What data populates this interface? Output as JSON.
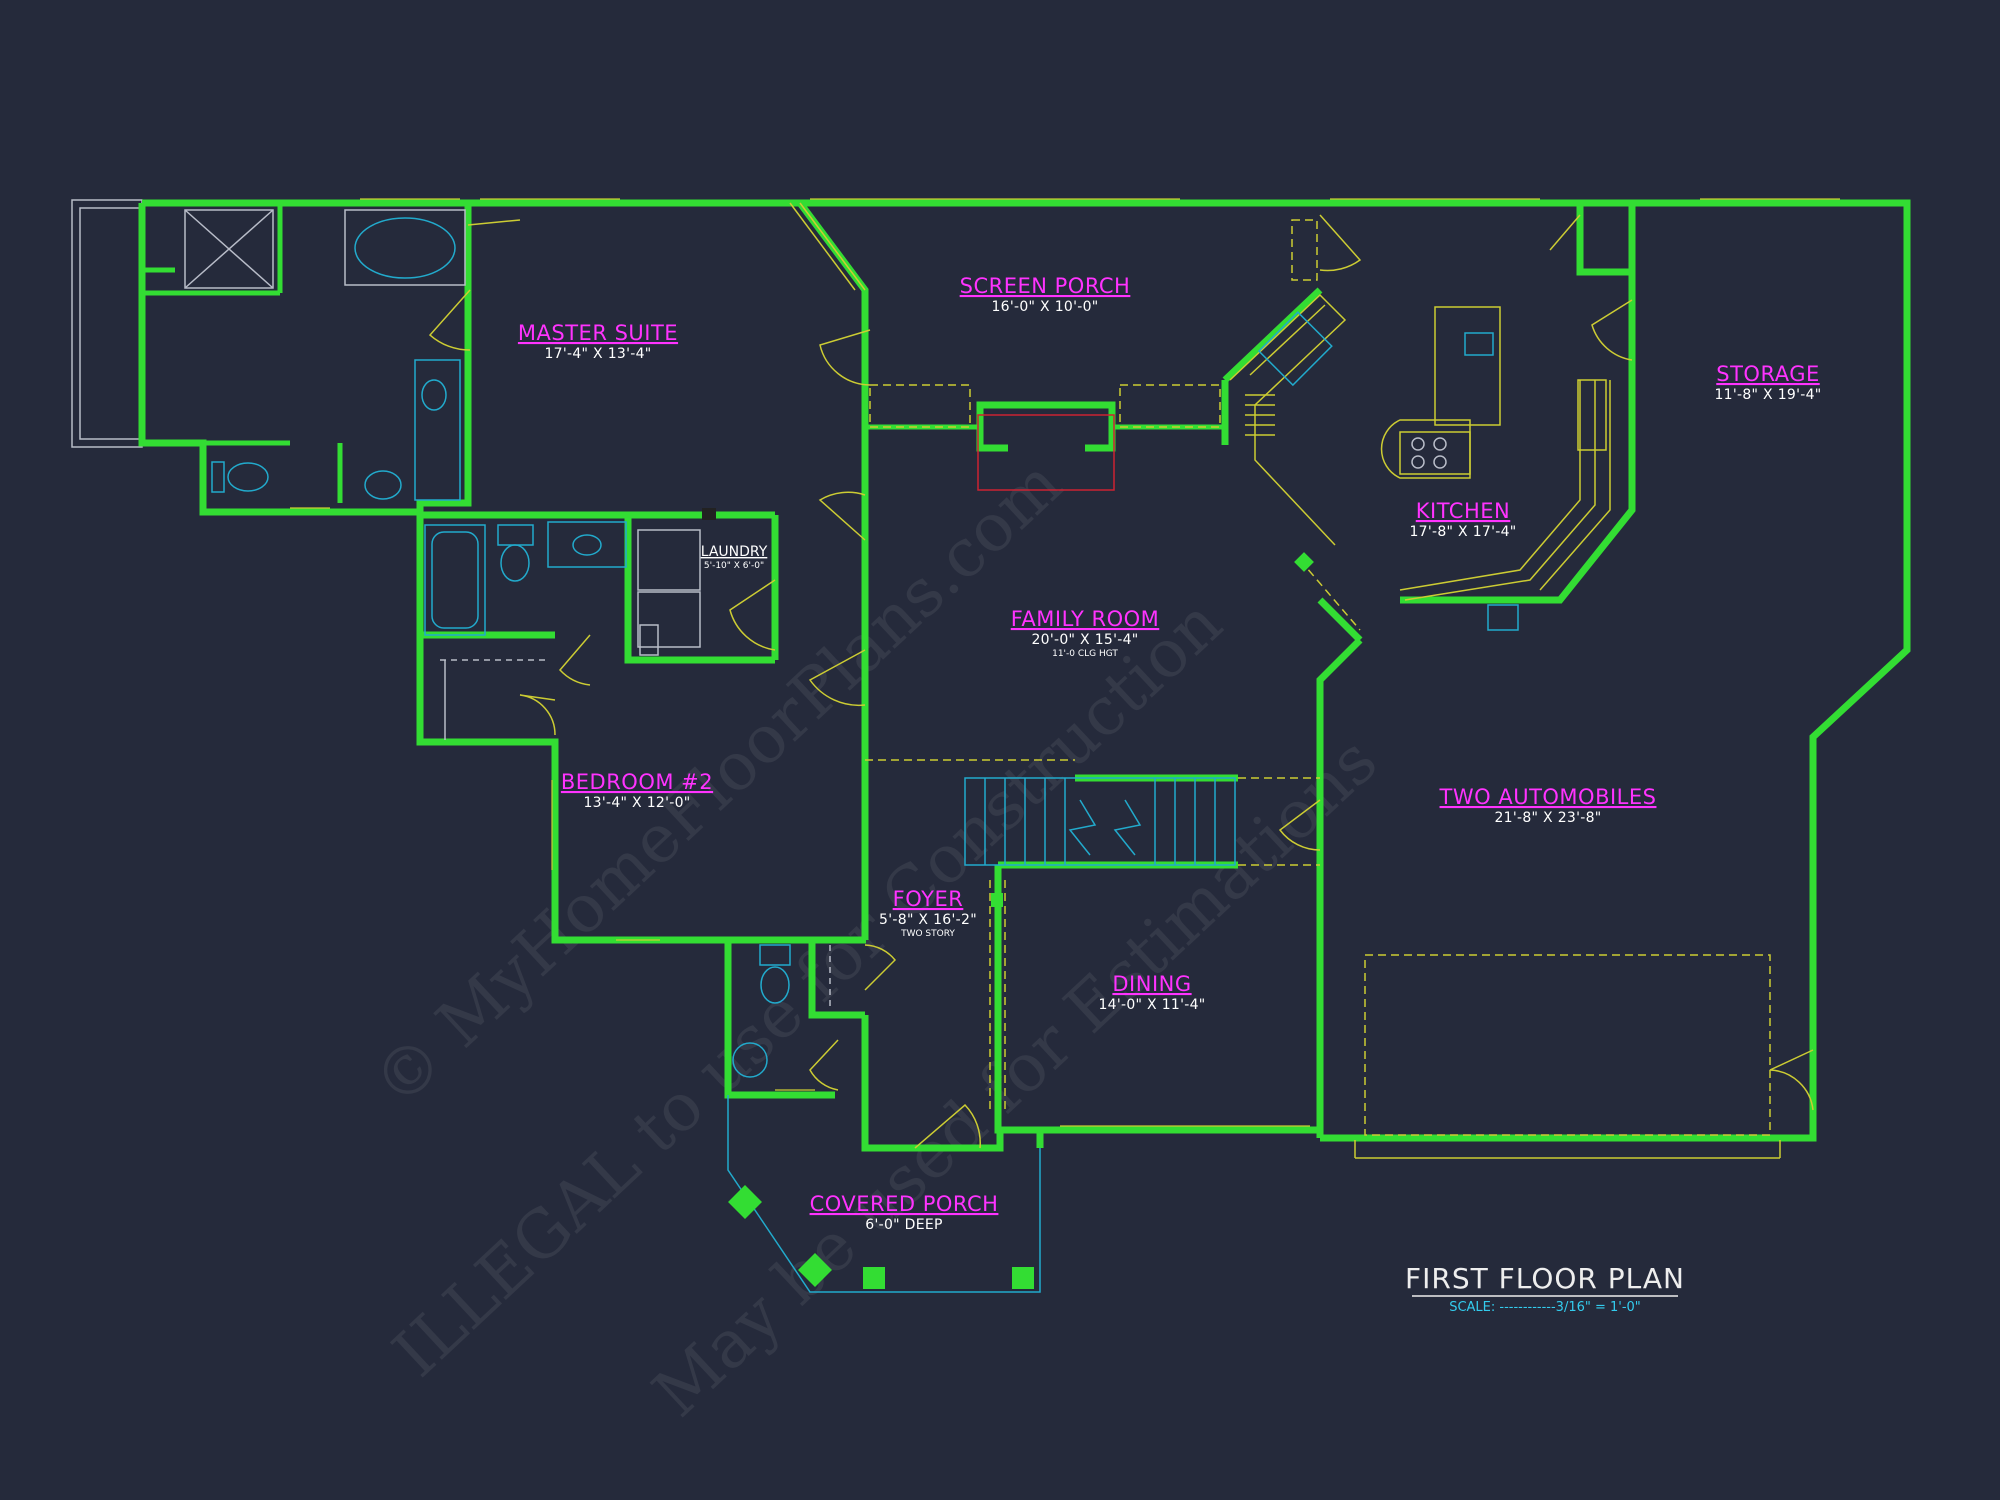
{
  "rooms": {
    "master_suite": {
      "name": "MASTER SUITE",
      "dims": "17'-4\" X 13'-4\""
    },
    "screen_porch": {
      "name": "SCREEN PORCH",
      "dims": "16'-0\" X 10'-0\""
    },
    "kitchen": {
      "name": "KITCHEN",
      "dims": "17'-8\" X 17'-4\""
    },
    "storage": {
      "name": "STORAGE",
      "dims": "11'-8\" X 19'-4\""
    },
    "laundry": {
      "name": "LAUNDRY",
      "dims": "5'-10\" X 6'-0\""
    },
    "family_room": {
      "name": "FAMILY ROOM",
      "dims": "20'-0\" X 15'-4\"",
      "note": "11'-0 CLG HGT"
    },
    "bedroom_2": {
      "name": "BEDROOM #2",
      "dims": "13'-4\" X 12'-0\""
    },
    "two_automobiles": {
      "name": "TWO AUTOMOBILES",
      "dims": "21'-8\" X 23'-8\""
    },
    "foyer": {
      "name": "FOYER",
      "dims": "5'-8\" X 16'-2\"",
      "note": "TWO STORY"
    },
    "dining": {
      "name": "DINING",
      "dims": "14'-0\" X 11'-4\""
    },
    "covered_porch": {
      "name": "COVERED PORCH",
      "dims": "6'-0\" DEEP"
    }
  },
  "title_block": {
    "title": "FIRST FLOOR PLAN",
    "scale": "SCALE: ------------3/16\" = 1'-0\""
  },
  "watermark": {
    "line1": "© MyHomeFloorPlans.com",
    "line2": "ILLEGAL to use for Construction",
    "line3": "May be used for Estimations"
  },
  "colors": {
    "background": "#252a3b",
    "walls": "#33dd33",
    "room_labels": "#ff33ff",
    "doors_windows": "#cccc33",
    "fixtures": "#22aacc"
  }
}
